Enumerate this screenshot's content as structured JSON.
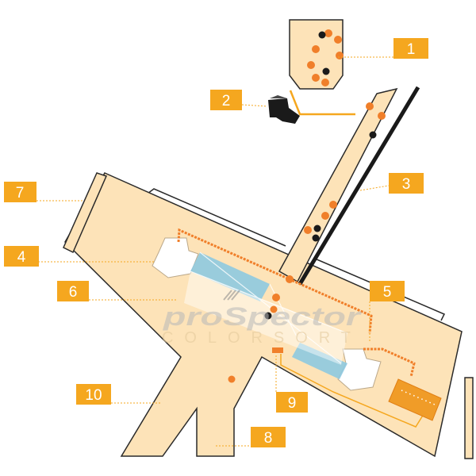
{
  "labels": [
    {
      "id": "1",
      "text": "1"
    },
    {
      "id": "2",
      "text": "2"
    },
    {
      "id": "3",
      "text": "3"
    },
    {
      "id": "4",
      "text": "4"
    },
    {
      "id": "5",
      "text": "5"
    },
    {
      "id": "6",
      "text": "6"
    },
    {
      "id": "7",
      "text": "7"
    },
    {
      "id": "8",
      "text": "8"
    },
    {
      "id": "9",
      "text": "9"
    },
    {
      "id": "10",
      "text": "10"
    }
  ],
  "watermark": {
    "line1": "proSpector",
    "line2": "COLORSORT"
  },
  "colors": {
    "body": "#fde3b8",
    "outline": "#2a2a2a",
    "badge": "#f5a71f",
    "leader": "#f5a71f",
    "orange_particle": "#f07f2a",
    "black_particle": "#1a1a1a",
    "lens_blue": "#8ec9e0",
    "circuit": "#f07f2a"
  }
}
